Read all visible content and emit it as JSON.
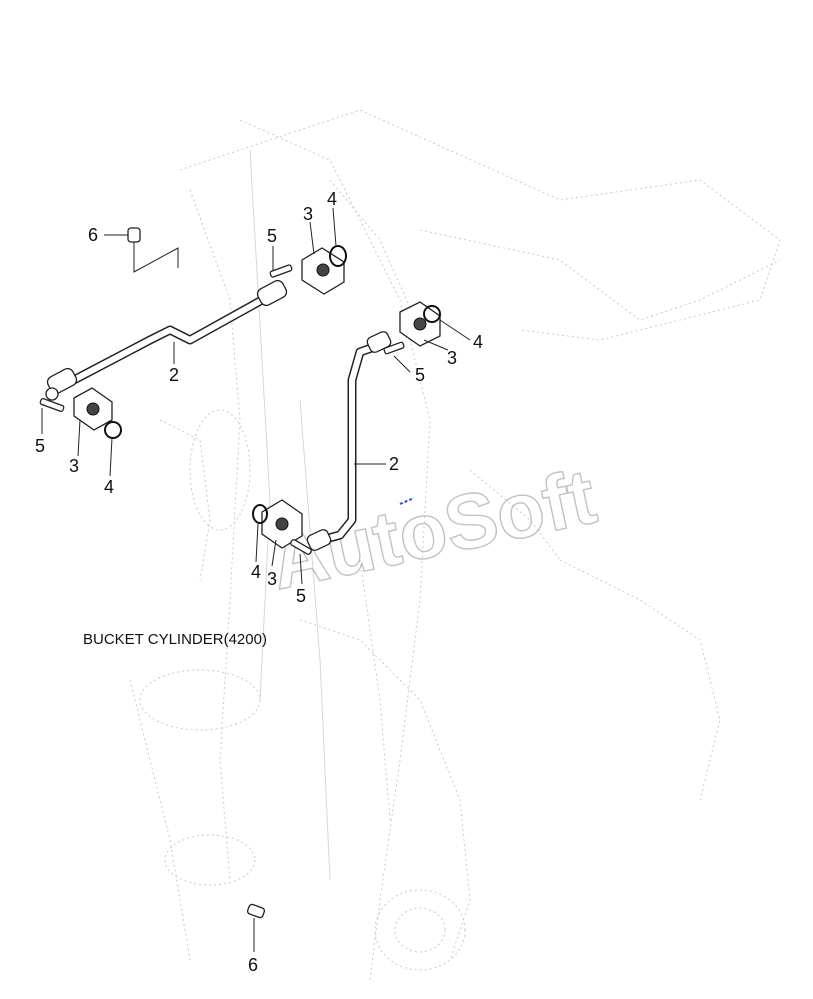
{
  "caption": "BUCKET CYLINDER(4200)",
  "watermark": "AutoSoft",
  "callouts": {
    "c6_top": "6",
    "c5_a": "5",
    "c3_a": "3",
    "c4_a": "4",
    "c2_left": "2",
    "c5_left": "5",
    "c3_left": "3",
    "c4_left": "4",
    "c4_right": "4",
    "c3_right": "3",
    "c5_right": "5",
    "c2_right": "2",
    "c4_bottom": "4",
    "c3_bottom": "3",
    "c5_bottom": "5",
    "c6_bottom": "6"
  }
}
